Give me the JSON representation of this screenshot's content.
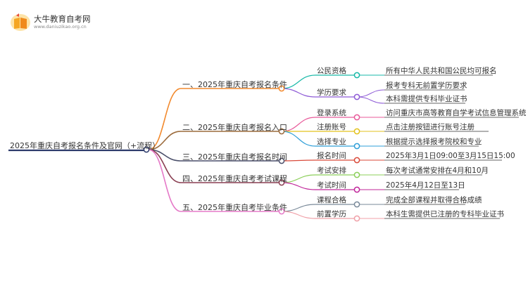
{
  "brand": {
    "name": "大牛教育自考网",
    "url": "www.daniuzikao.org.cn"
  },
  "mindmap": {
    "root": "2025年重庆自考报名条件及官网（+流程）",
    "branches": [
      {
        "label": "一、2025年重庆自考报名条件",
        "color": "#f28a2e",
        "children": [
          {
            "label": "公民资格",
            "color": "#19b9a8",
            "leaves": [
              "所有中华人民共和国公民均可报名"
            ]
          },
          {
            "label": "学历要求",
            "color": "#8e5bd6",
            "leaves": [
              "报考专科无前置学历要求",
              "本科需提供专科毕业证书"
            ]
          }
        ]
      },
      {
        "label": "二、2025年重庆自考报名入口",
        "color": "#9c6b3c",
        "children": [
          {
            "label": "登录系统",
            "color": "#e85a9a",
            "leaves": [
              "访问重庆市高等教育自学考试信息管理系统"
            ]
          },
          {
            "label": "注册账号",
            "color": "#e3c21c",
            "leaves": [
              "点击注册按钮进行账号注册"
            ]
          },
          {
            "label": "选择专业",
            "color": "#2f9fd8",
            "leaves": [
              "根据提示选择报考院校和专业"
            ]
          }
        ]
      },
      {
        "label": "三、2025年重庆自考报名时间",
        "color": "#4a4f6a",
        "children": [
          {
            "label": "报名时间",
            "color": "#d94a3a",
            "leaves": [
              "2025年3月1日09:00至3月15日15:00"
            ]
          }
        ]
      },
      {
        "label": "四、2025年重庆自考考试课程",
        "color": "#8a3f52",
        "children": [
          {
            "label": "考试安排",
            "color": "#8ccf5a",
            "leaves": [
              "每次考试通常安排在4月和10月"
            ]
          },
          {
            "label": "考试时间",
            "color": "#c0269a",
            "leaves": [
              "2025年4月12日至13日"
            ]
          }
        ]
      },
      {
        "label": "五、2025年重庆自考毕业条件",
        "color": "#e57ac8",
        "children": [
          {
            "label": "课程合格",
            "color": "#7a8a9a",
            "leaves": [
              "完成全部课程并取得合格成绩"
            ]
          },
          {
            "label": "前置学历",
            "color": "#f0a0a8",
            "leaves": [
              "本科生需提供已注册的专科毕业证书"
            ]
          }
        ]
      }
    ]
  }
}
